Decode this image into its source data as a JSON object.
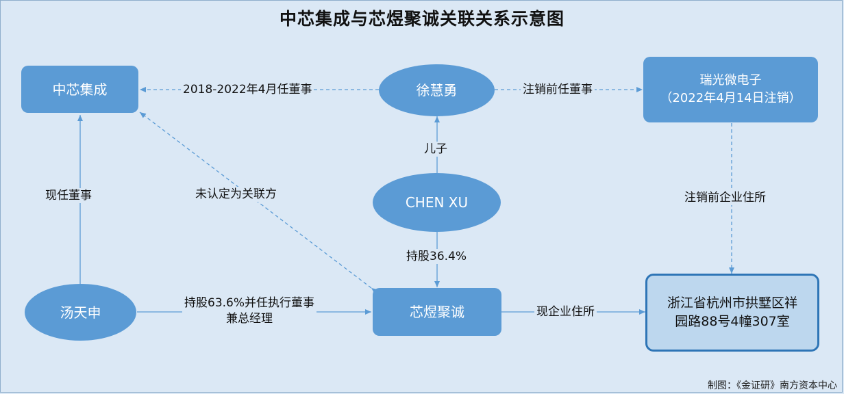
{
  "title": "中芯集成与芯煜聚诚关联关系示意图",
  "nodes": {
    "zhongxin": "中芯集成",
    "xuhuiyong": "徐慧勇",
    "ruiguang_name": "瑞光微电子",
    "ruiguang_note": "（2022年4月14日注销）",
    "chenxu": "CHEN XU",
    "tangtianshen": "汤天申",
    "xinyu": "芯煜聚诚",
    "address_line1": "浙江省杭州市拱墅区祥",
    "address_line2": "园路88号4幢307室"
  },
  "edges": {
    "xu_to_zhongxin": "2018-2022年4月任董事",
    "xu_to_ruiguang": "注销前任董事",
    "chen_to_xu": "儿子",
    "chen_to_xinyu": "持股36.4%",
    "tang_to_zhongxin": "现任董事",
    "xinyu_to_zhongxin": "未认定为关联方",
    "ruiguang_to_address": "注销前企业住所",
    "tang_to_xinyu_line1": "持股63.6%并任执行董事",
    "tang_to_xinyu_line2": "兼总经理",
    "xinyu_to_address": "现企业住所"
  },
  "credit": "制图：《金证研》南方资本中心",
  "colors": {
    "node_fill": "#5b9bd5",
    "dest_fill": "#bdd7ee",
    "dest_border": "#2e75b6",
    "background": "#dbe8f5",
    "arrow": "#5b9bd5"
  }
}
